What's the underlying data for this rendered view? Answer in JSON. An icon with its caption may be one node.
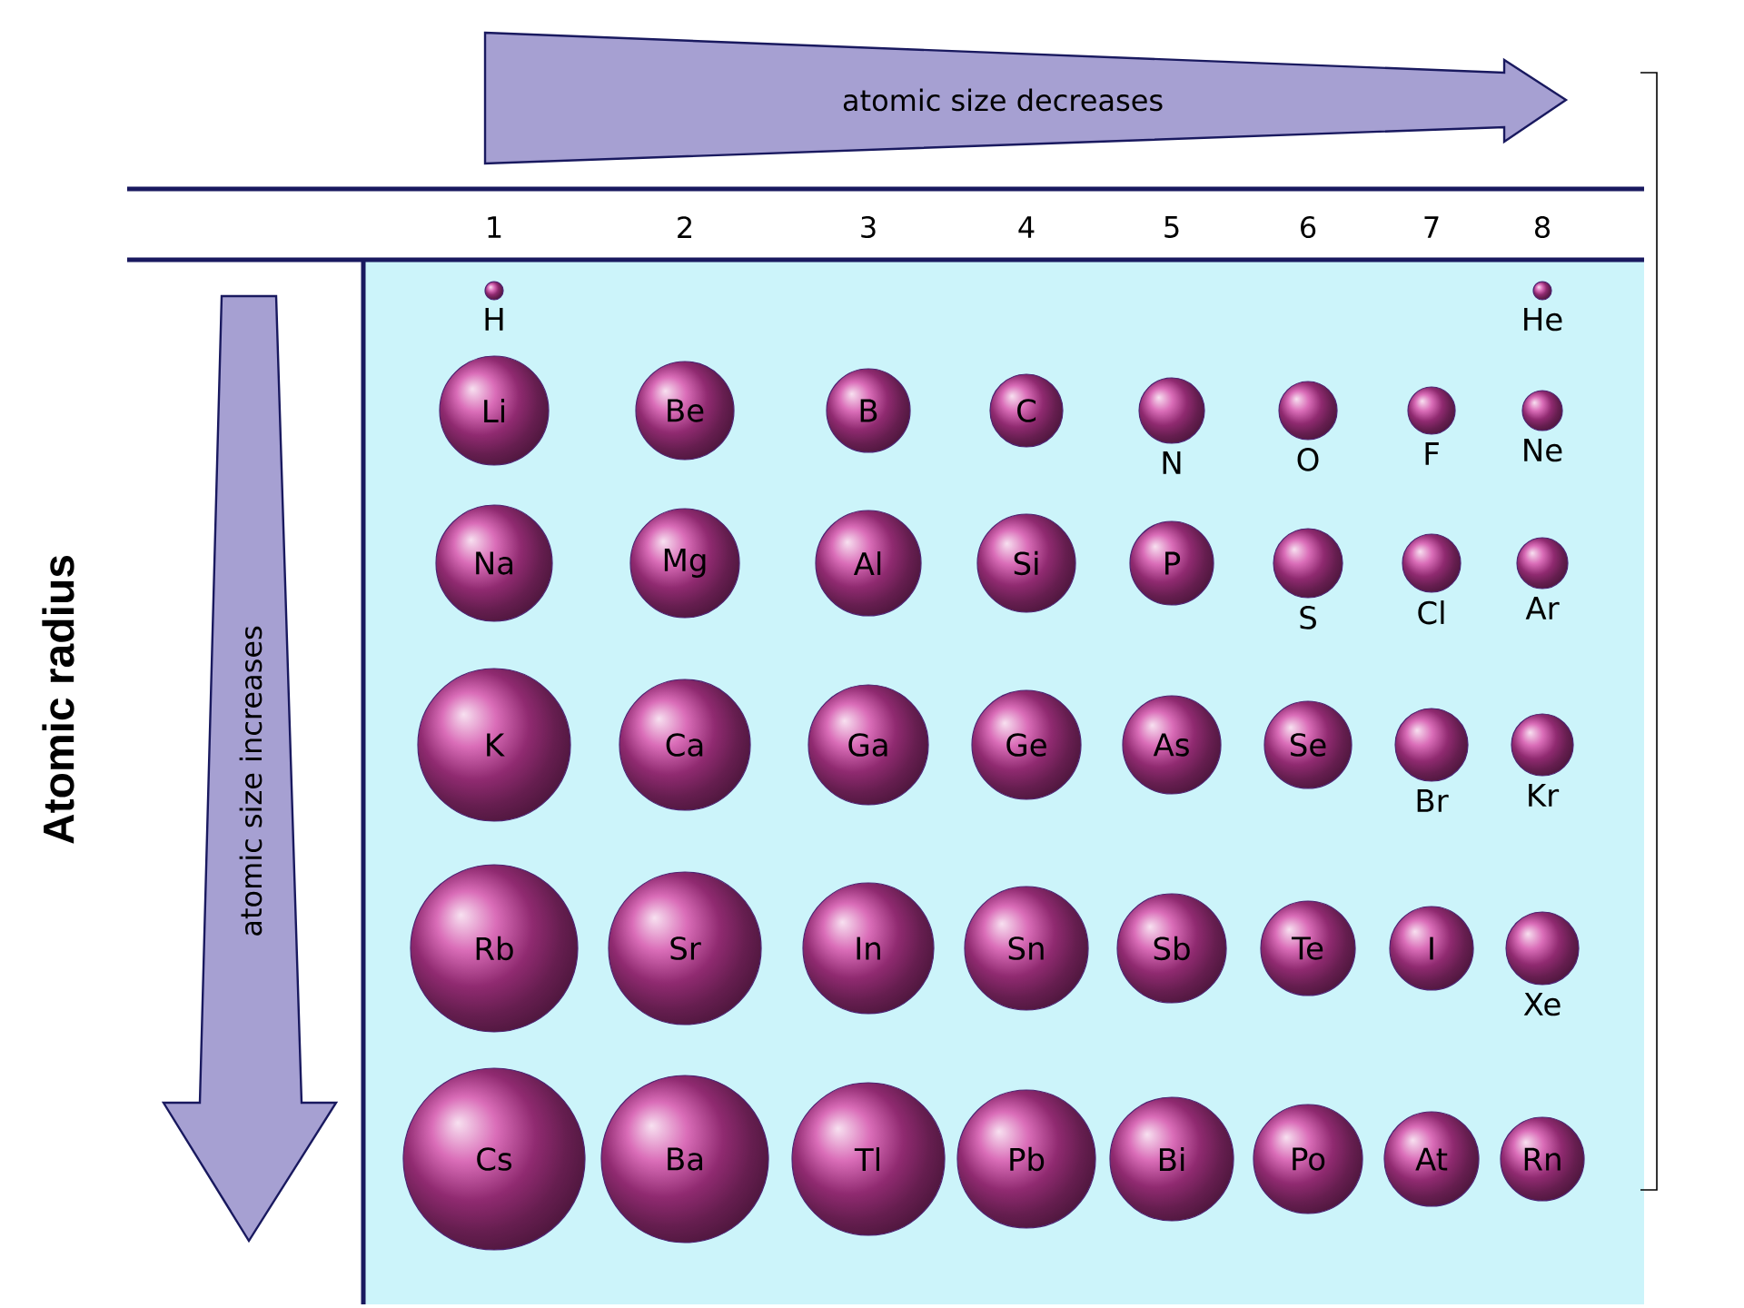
{
  "diagram": {
    "title": "Atomic radius",
    "nodes": [
      {
        "text": [
          "H"
        ]
      },
      {
        "text": [
          "He"
        ]
      },
      {
        "text": [
          "Li"
        ]
      },
      {
        "text": [
          "Be"
        ]
      },
      {
        "text": [
          "B"
        ]
      },
      {
        "text": [
          "C"
        ]
      },
      {
        "text": [
          "N"
        ]
      },
      {
        "text": [
          "O"
        ]
      },
      {
        "text": [
          "F"
        ]
      },
      {
        "text": [
          "Ne"
        ]
      },
      {
        "text": [
          "Na"
        ]
      },
      {
        "text": [
          "Mg"
        ]
      },
      {
        "text": [
          "Al"
        ]
      },
      {
        "text": [
          "Si"
        ]
      },
      {
        "text": [
          "P"
        ]
      },
      {
        "text": [
          "S"
        ]
      },
      {
        "text": [
          "Cl"
        ]
      },
      {
        "text": [
          "Ar"
        ]
      },
      {
        "text": [
          "K"
        ]
      },
      {
        "text": [
          "Ca"
        ]
      },
      {
        "text": [
          "Ga"
        ]
      },
      {
        "text": [
          "Ge"
        ]
      },
      {
        "text": [
          "As"
        ]
      },
      {
        "text": [
          "Se"
        ]
      },
      {
        "text": [
          "Br"
        ]
      },
      {
        "text": [
          "Kr"
        ]
      },
      {
        "text": [
          "Rb"
        ]
      },
      {
        "text": [
          "Sr"
        ]
      },
      {
        "text": [
          "In"
        ]
      },
      {
        "text": [
          "Sn"
        ]
      },
      {
        "text": [
          "Sb"
        ]
      },
      {
        "text": [
          "Te"
        ]
      },
      {
        "text": [
          "I"
        ]
      },
      {
        "text": [
          "Xe"
        ]
      },
      {
        "text": [
          "Cs"
        ]
      },
      {
        "text": [
          "Ba"
        ]
      },
      {
        "text": [
          "Tl"
        ]
      },
      {
        "text": [
          "Pb"
        ]
      },
      {
        "text": [
          "Bi"
        ]
      },
      {
        "text": [
          "Po"
        ]
      },
      {
        "text": [
          "At"
        ]
      },
      {
        "text": [
          "Rn"
        ]
      }
    ],
    "labels": [
      "atomic size decreases",
      "1",
      "2",
      "3",
      "4",
      "5",
      "6",
      "7",
      "8",
      "atomic size increases"
    ]
  }
}
